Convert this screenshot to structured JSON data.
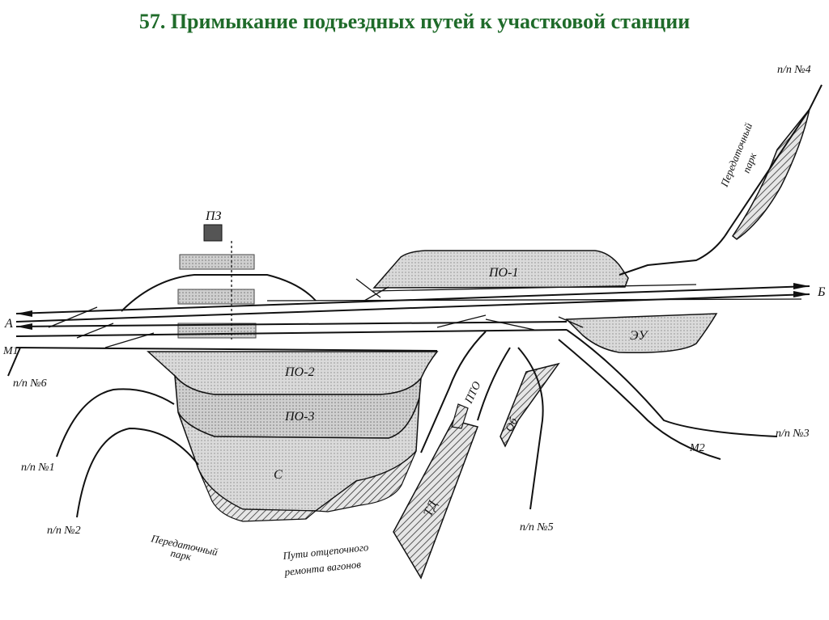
{
  "slide": {
    "title": "57. Примыкание подъездных путей к участковой станции"
  },
  "diagram": {
    "ends": {
      "a": "А",
      "b": "Б"
    },
    "areas": {
      "pz": "ПЗ",
      "po1": "ПО-1",
      "po2": "ПО-2",
      "po3": "ПО-3",
      "s": "С",
      "eu": "ЭУ",
      "ob": "Об",
      "pto": "ПТО",
      "td": "ТД"
    },
    "markers": {
      "m1": "М1",
      "m2": "М2"
    },
    "sidings": {
      "n1": "п/п №1",
      "n2": "п/п №2",
      "n3": "п/п №3",
      "n4": "п/п №4",
      "n5": "п/п №5",
      "n6": "п/п №6"
    },
    "captions": {
      "transfer_park_left_1": "Передаточный",
      "transfer_park_left_2": "парк",
      "transfer_park_top_1": "Передаточный",
      "transfer_park_top_2": "парк",
      "repair_1": "Пути отцепочного",
      "repair_2": "ремонта вагонов"
    }
  }
}
